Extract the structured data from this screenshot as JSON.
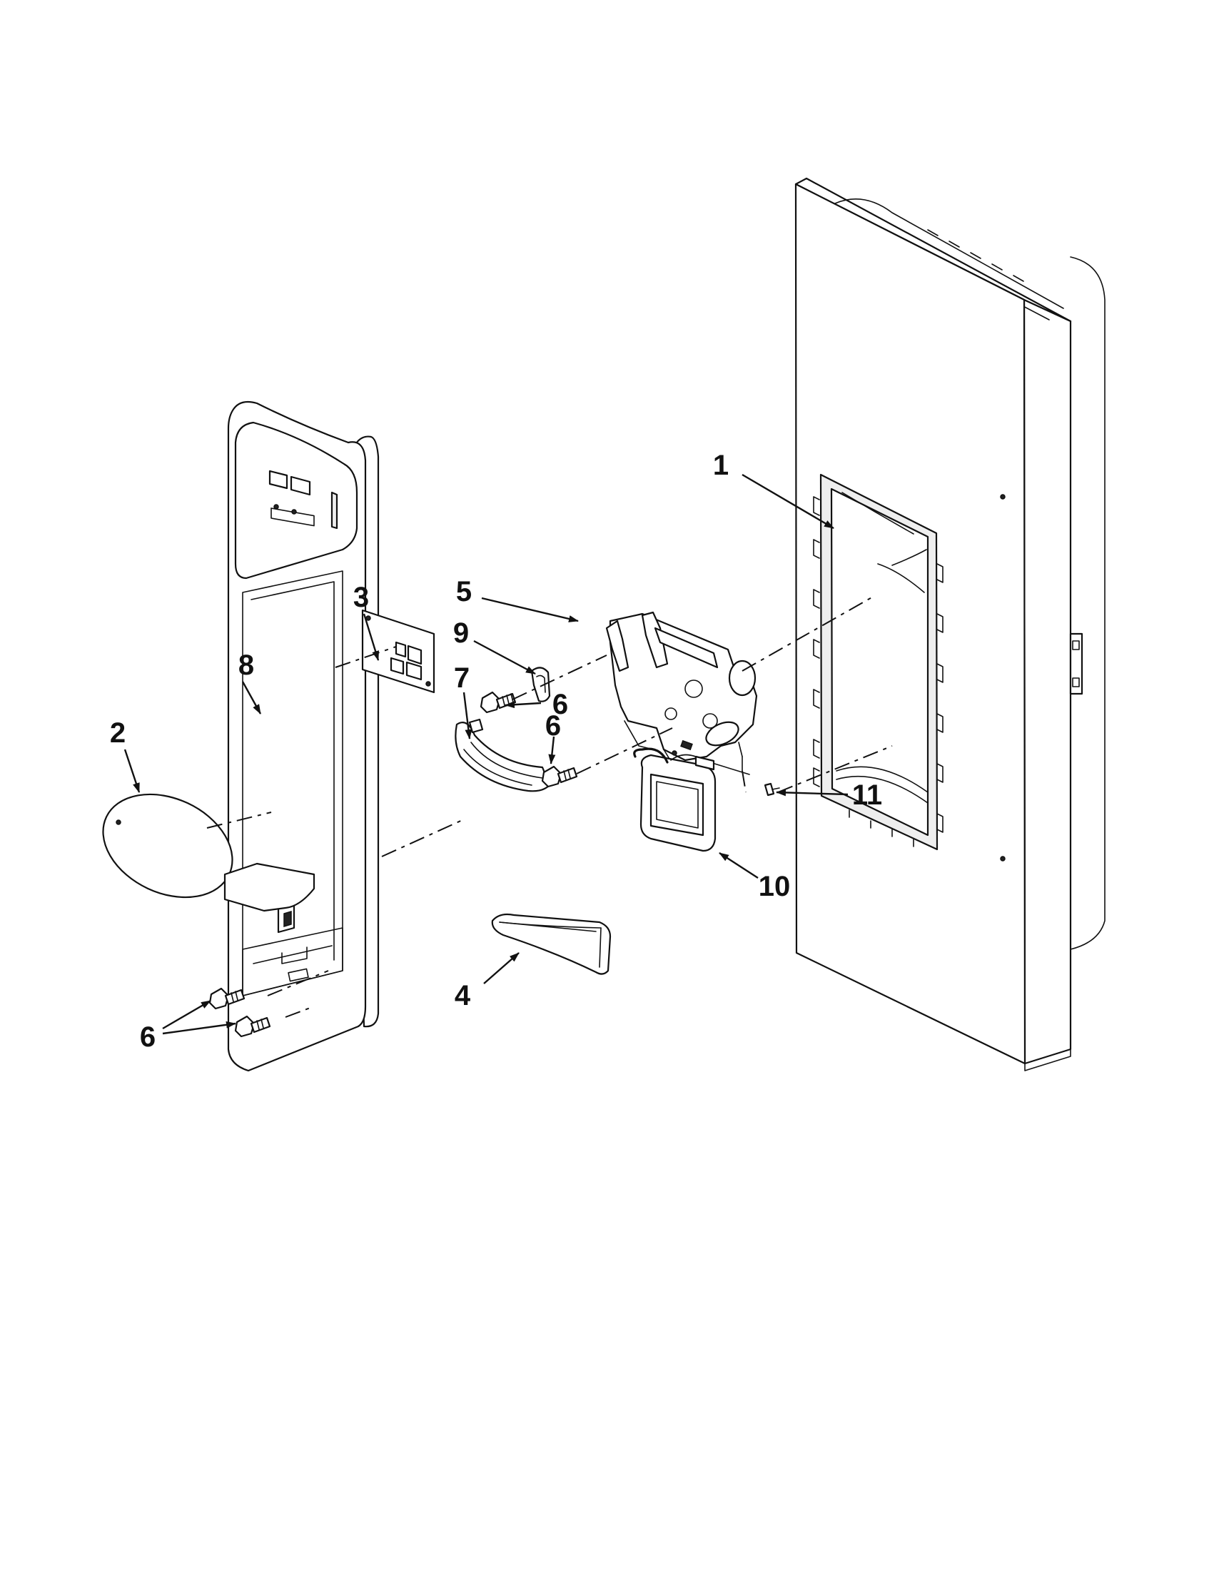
{
  "diagram": {
    "callouts": [
      {
        "id": "c1",
        "label": "1"
      },
      {
        "id": "c2",
        "label": "2"
      },
      {
        "id": "c3",
        "label": "3"
      },
      {
        "id": "c4",
        "label": "4"
      },
      {
        "id": "c5",
        "label": "5"
      },
      {
        "id": "c6a",
        "label": "6"
      },
      {
        "id": "c6b",
        "label": "6"
      },
      {
        "id": "c6c",
        "label": "6"
      },
      {
        "id": "c7",
        "label": "7"
      },
      {
        "id": "c8",
        "label": "8"
      },
      {
        "id": "c9",
        "label": "9"
      },
      {
        "id": "c10",
        "label": "10"
      },
      {
        "id": "c11",
        "label": "11"
      }
    ]
  }
}
